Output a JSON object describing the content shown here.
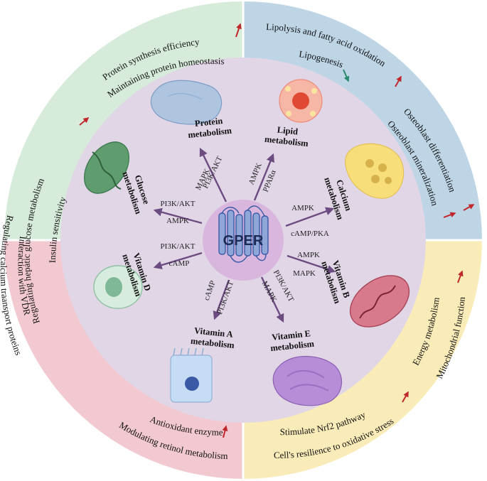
{
  "center_label": "GPER",
  "quadrants": {
    "top_left": {
      "color": "#d6ebd9",
      "lines": [
        "Protein synthesis efficiency",
        "Maintaining protein homeostasis"
      ],
      "side_lines": [
        "Regulating hepatic glucose metabolism",
        "Insulin sensitivity"
      ]
    },
    "top_right": {
      "color": "#bed5e6",
      "lines": [
        "Lipolysis and fatty acid oxidation",
        "Lipogenesis"
      ],
      "side_lines": [
        "Osteoblast differentiation",
        "Osteoblast mineralization"
      ]
    },
    "bottom_left": {
      "color": "#f3c9d1",
      "lines": [
        "Antioxidant enzyme",
        "Modulating retinol metabolism"
      ],
      "side_lines": [
        "Interaction with VDR",
        "Regulating calcium traansport proteins"
      ]
    },
    "bottom_right": {
      "color": "#faecb8",
      "lines": [
        "Stimulate Nrf2 pathway",
        "Cell's resilience to oxidative stress"
      ],
      "side_lines": [
        "Energy metabolism",
        "Mitochondrial function"
      ]
    }
  },
  "metabolisms": {
    "protein": {
      "line1": "Protein",
      "line2": "metabolism",
      "path1": "PI3K/AKT",
      "path2": "MAPK"
    },
    "lipid": {
      "line1": "Lipid",
      "line2": "metabolism",
      "path1": "AMPK",
      "path2": "PPARα"
    },
    "calcium": {
      "line1": "Calcium",
      "line2": "metabolism",
      "path1": "AMPK",
      "path2": "cAMP/PKA"
    },
    "vitamin_b": {
      "line1": "Vitamin B",
      "line2": "metabolism",
      "path1": "AMPK",
      "path2": "MAPK"
    },
    "vitamin_e": {
      "line1": "Vitamin E",
      "line2": "metabolism",
      "path1": "PI3K/AKT",
      "path2": "MAPK"
    },
    "vitamin_a": {
      "line1": "Vitamin A",
      "line2": "metabolism",
      "path1": "cAMP",
      "path2": "PI3K/AKT"
    },
    "vitamin_d": {
      "line1": "Vitamin D",
      "line2": "metabolism",
      "path1": "PI3K/AKT",
      "path2": "cAMP"
    },
    "glucose": {
      "line1": "Glucose",
      "line2": "metabolism",
      "path1": "PI3K/AKT",
      "path2": "AMPK"
    }
  },
  "colors": {
    "inner_ring": "#e1d6e6",
    "center_disc": "#d9b6dd",
    "arrow": "#6b4b80",
    "up_arrow": "#c0282d",
    "down_arrow": "#2a8a6a"
  }
}
